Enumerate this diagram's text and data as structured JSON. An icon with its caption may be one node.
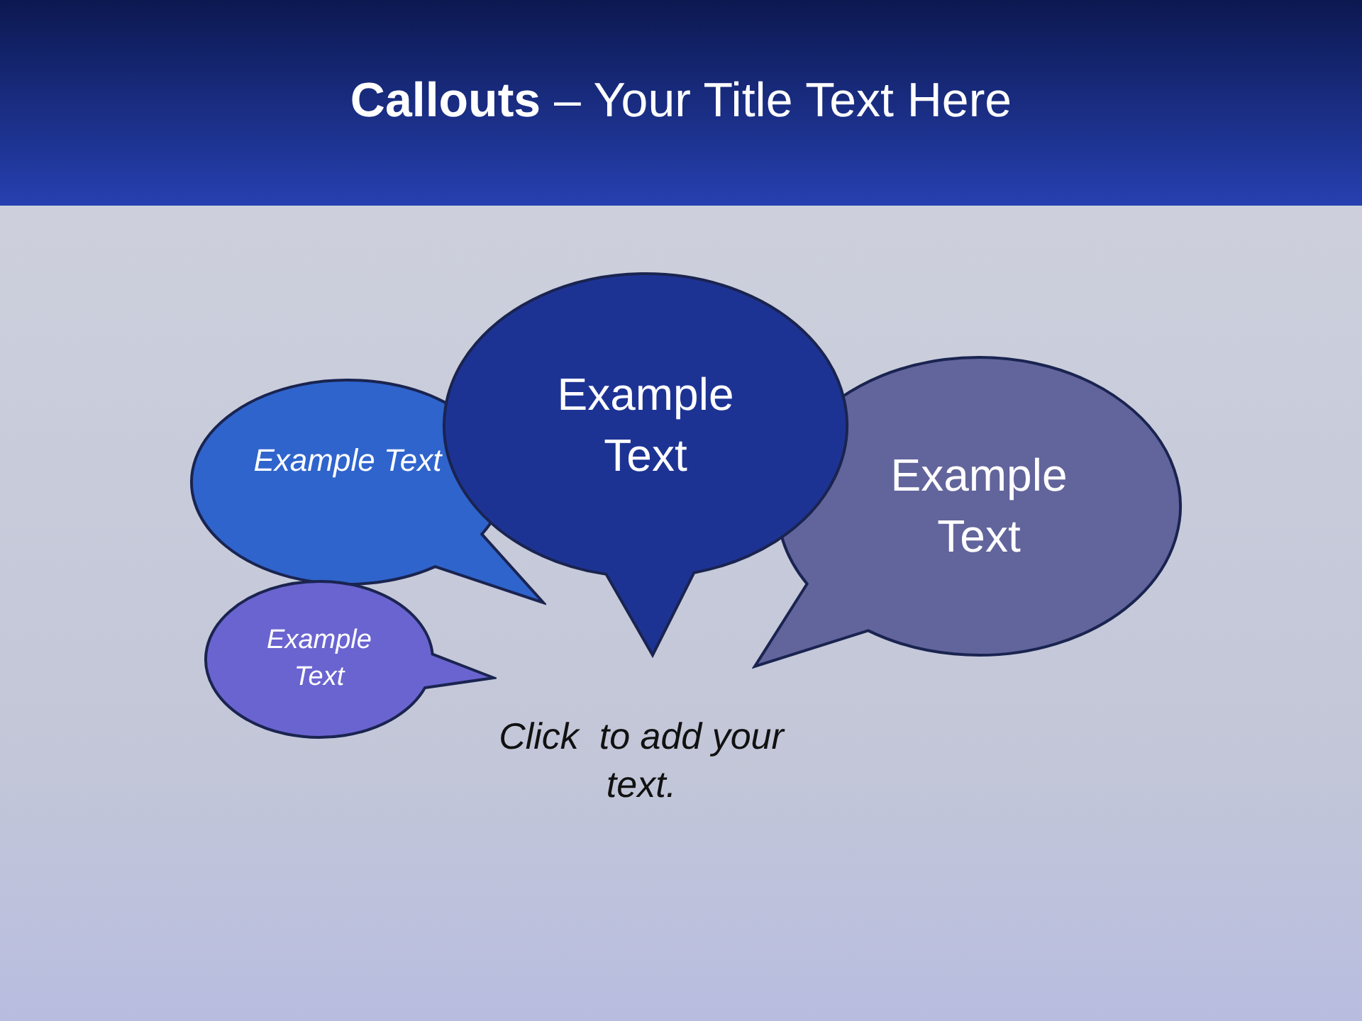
{
  "diagram": {
    "title": "**Callouts** – Your Title Text Here",
    "nodes": [
      {
        "text": [
          "Example Text"
        ]
      },
      {
        "text": [
          "Example Text"
        ]
      },
      {
        "text": [
          "Example Text"
        ]
      },
      {
        "text": [
          "Example Text"
        ]
      }
    ],
    "labels": [
      "Click  to add your text."
    ]
  }
}
